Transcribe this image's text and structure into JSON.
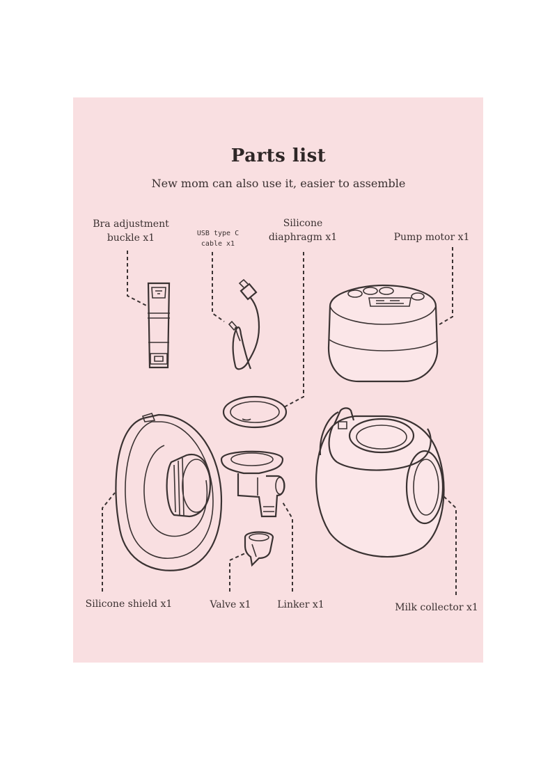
{
  "title": "Parts list",
  "subtitle": "New mom can also use it,  easier to assemble",
  "labels": {
    "bra_buckle_line1": "Bra adjustment",
    "bra_buckle_line2": "buckle x1",
    "usb_line1": "USB type C",
    "usb_line2": "cable x1",
    "diaphragm_line1": "Silicone",
    "diaphragm_line2": "diaphragm x1",
    "pump_motor": "Pump motor x1",
    "shield": "Silicone shield x1",
    "valve": "Valve x1",
    "linker": "Linker x1",
    "milk_collector": "Milk collector x1"
  },
  "colors": {
    "panel": "#f9dfe1",
    "ink": "#3a3232"
  }
}
